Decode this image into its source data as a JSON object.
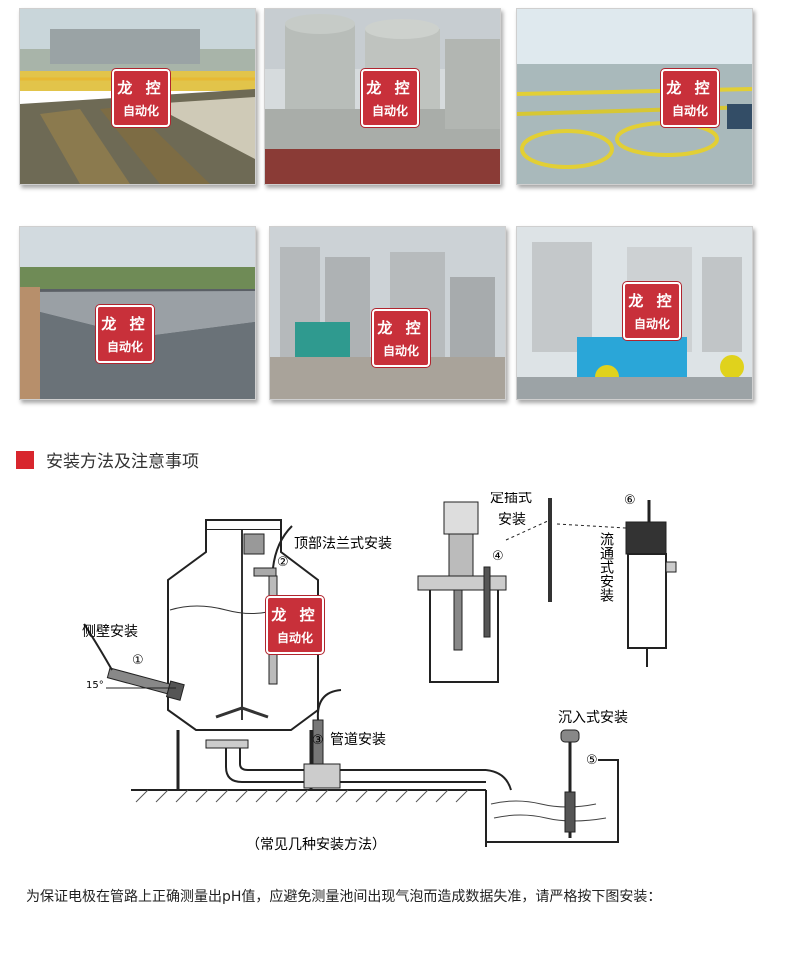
{
  "watermark": {
    "line1": "龙 控",
    "line2": "自动化"
  },
  "section": {
    "title": "安装方法及注意事项"
  },
  "diagram": {
    "labels": {
      "side_wall": "侧壁安装",
      "top_flange": "顶部法兰式安装",
      "fixed_insert": "定插式",
      "fixed_insert_2": "安装",
      "flow_through": "流通式安装",
      "pipeline": "管道安装",
      "immersion": "沉入式安装",
      "angle": "15°",
      "n1": "①",
      "n2": "②",
      "n3": "③",
      "n4": "④",
      "n5": "⑤",
      "n6": "⑥"
    },
    "caption": "（常见几种安装方法）"
  },
  "note": {
    "text": "为保证电极在管路上正确测量出pH值，应避免测量池间出现气泡而造成数据失准，请严格按下图安装："
  }
}
